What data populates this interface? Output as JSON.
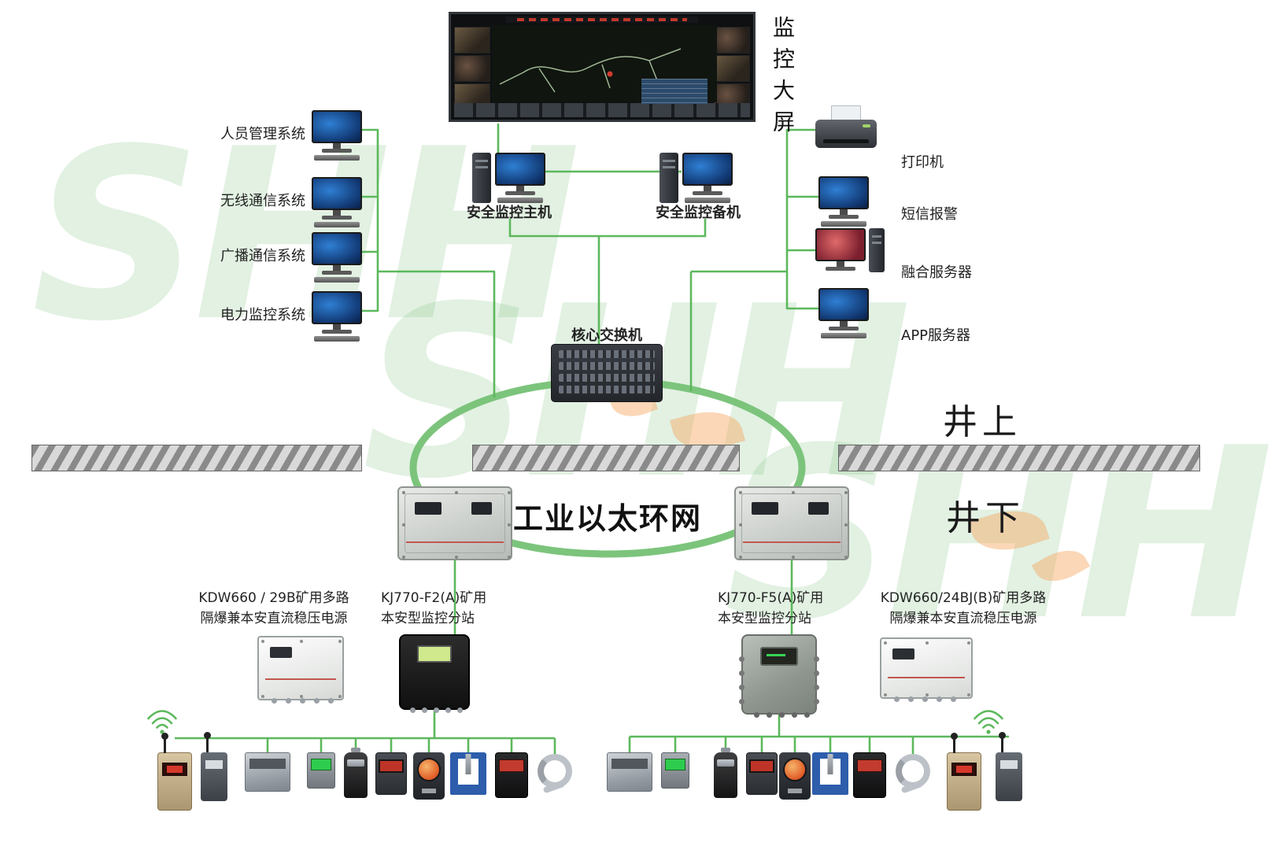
{
  "watermark": {
    "text": "SHH"
  },
  "big_screen": {
    "label": "监控大屏"
  },
  "left_systems": [
    {
      "label": "人员管理系统"
    },
    {
      "label": "无线通信系统"
    },
    {
      "label": "广播通信系统"
    },
    {
      "label": "电力监控系统"
    }
  ],
  "center": {
    "host_label": "安全监控主机",
    "backup_label": "安全监控备机",
    "switch_label": "核心交换机"
  },
  "right_systems": [
    {
      "label": "打印机"
    },
    {
      "label": "短信报警"
    },
    {
      "label": "融合服务器"
    },
    {
      "label": "APP服务器"
    }
  ],
  "ring": {
    "label": "工业以太环网"
  },
  "levels": {
    "above": "井上",
    "below": "井下"
  },
  "underground": {
    "left_power": {
      "line1": "KDW660 / 29B矿用多路",
      "line2": "隔爆兼本安直流稳压电源"
    },
    "left_station": {
      "line1": "KJ770-F2(A)矿用",
      "line2": "本安型监控分站"
    },
    "right_station": {
      "line1": "KJ770-F5(A)矿用",
      "line2": "本安型监控分站"
    },
    "right_power": {
      "line1": "KDW660/24BJ(B)矿用多路",
      "line2": "隔爆兼本安直流稳压电源"
    }
  },
  "colors": {
    "wire": "#5cb85c",
    "ring": "#7cc47c",
    "accent_red": "#c0392b"
  },
  "sensors": {
    "left": [
      {
        "type": "wireless-tan"
      },
      {
        "type": "antenna-dark"
      },
      {
        "type": "box-gray"
      },
      {
        "type": "screen-green"
      },
      {
        "type": "pump-black"
      },
      {
        "type": "display-red"
      },
      {
        "type": "gauge-orange"
      },
      {
        "type": "valve-blue"
      },
      {
        "type": "box-black-red"
      },
      {
        "type": "cable-gray"
      }
    ],
    "right": [
      {
        "type": "box-gray"
      },
      {
        "type": "screen-green"
      },
      {
        "type": "pump-black"
      },
      {
        "type": "display-red"
      },
      {
        "type": "gauge-orange"
      },
      {
        "type": "valve-blue"
      },
      {
        "type": "box-black-red"
      },
      {
        "type": "cable-gray"
      },
      {
        "type": "wireless-tan"
      },
      {
        "type": "antenna-dark"
      }
    ]
  }
}
